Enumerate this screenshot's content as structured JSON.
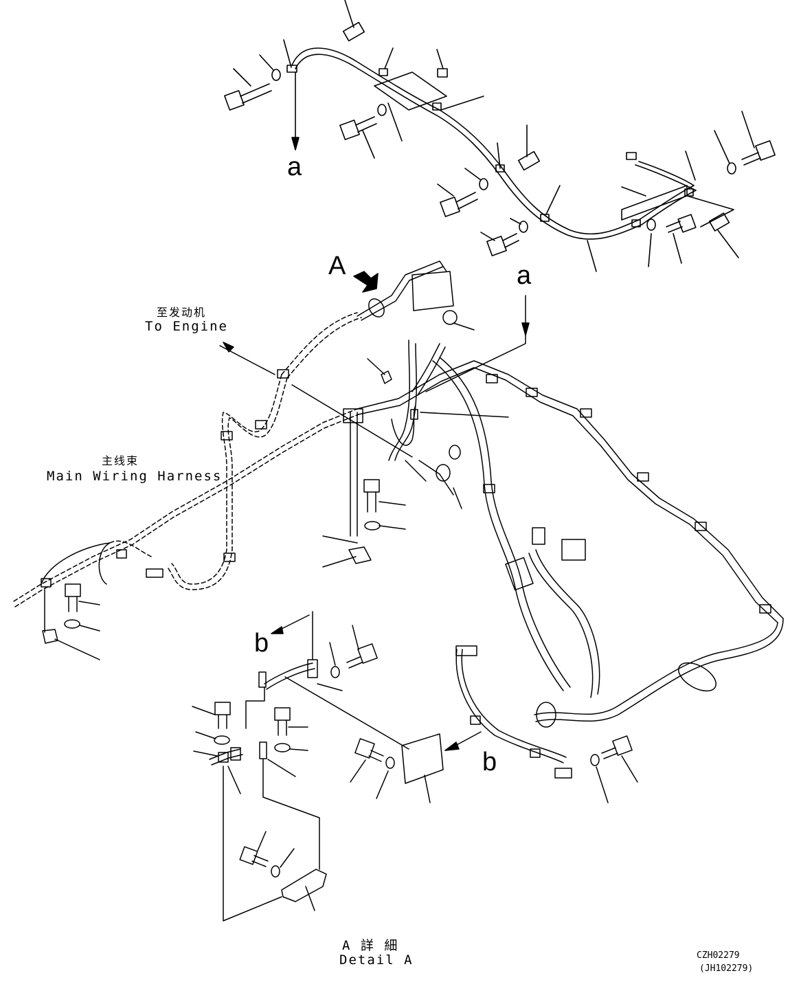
{
  "labels": {
    "callout_A": "A",
    "callout_a_top": "a",
    "callout_a_mid": "a",
    "callout_b_left": "b",
    "callout_b_right": "b",
    "to_engine_cn": "至发动机",
    "to_engine_en": "To Engine",
    "main_harness_cn": "主线束",
    "main_harness_en": "Main Wiring Harness",
    "detail_a_cn": "A 詳 細",
    "detail_a_en": "Detail A",
    "drawing_no": "CZH02279",
    "drawing_ref": "(JH102279)"
  },
  "icons": [
    "bolt-icon",
    "washer-icon",
    "spacer-icon",
    "clamp-icon",
    "bracket-icon",
    "connector-icon",
    "arrow-icon"
  ]
}
